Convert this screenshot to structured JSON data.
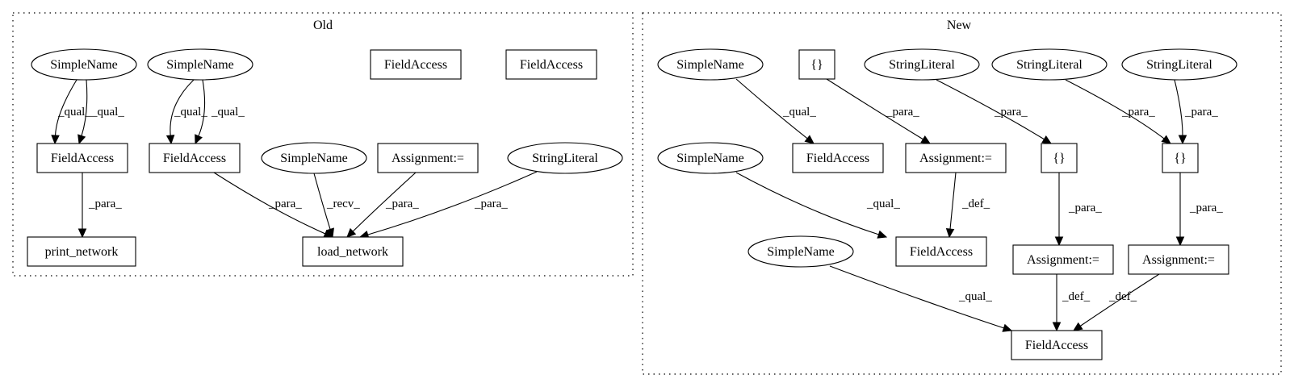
{
  "clusters": [
    {
      "id": "old",
      "label": "Old"
    },
    {
      "id": "new",
      "label": "New"
    }
  ],
  "nodes": [
    {
      "id": "o_sn1",
      "label": "SimpleName",
      "shape": "ellipse"
    },
    {
      "id": "o_sn2",
      "label": "SimpleName",
      "shape": "ellipse"
    },
    {
      "id": "o_fa_top1",
      "label": "FieldAccess",
      "shape": "box"
    },
    {
      "id": "o_fa_top2",
      "label": "FieldAccess",
      "shape": "box"
    },
    {
      "id": "o_fa1",
      "label": "FieldAccess",
      "shape": "box"
    },
    {
      "id": "o_fa2",
      "label": "FieldAccess",
      "shape": "box"
    },
    {
      "id": "o_sn3",
      "label": "SimpleName",
      "shape": "ellipse"
    },
    {
      "id": "o_assign",
      "label": "Assignment:=",
      "shape": "box"
    },
    {
      "id": "o_str",
      "label": "StringLiteral",
      "shape": "ellipse"
    },
    {
      "id": "o_print",
      "label": "print_network",
      "shape": "box"
    },
    {
      "id": "o_load",
      "label": "load_network",
      "shape": "box"
    },
    {
      "id": "n_sn1",
      "label": "SimpleName",
      "shape": "ellipse"
    },
    {
      "id": "n_br1",
      "label": "{}",
      "shape": "box"
    },
    {
      "id": "n_str1",
      "label": "StringLiteral",
      "shape": "ellipse"
    },
    {
      "id": "n_str2",
      "label": "StringLiteral",
      "shape": "ellipse"
    },
    {
      "id": "n_str3",
      "label": "StringLiteral",
      "shape": "ellipse"
    },
    {
      "id": "n_sn2",
      "label": "SimpleName",
      "shape": "ellipse"
    },
    {
      "id": "n_fa1",
      "label": "FieldAccess",
      "shape": "box"
    },
    {
      "id": "n_assign1",
      "label": "Assignment:=",
      "shape": "box"
    },
    {
      "id": "n_br2",
      "label": "{}",
      "shape": "box"
    },
    {
      "id": "n_br3",
      "label": "{}",
      "shape": "box"
    },
    {
      "id": "n_sn3",
      "label": "SimpleName",
      "shape": "ellipse"
    },
    {
      "id": "n_fa2",
      "label": "FieldAccess",
      "shape": "box"
    },
    {
      "id": "n_assign2",
      "label": "Assignment:=",
      "shape": "box"
    },
    {
      "id": "n_assign3",
      "label": "Assignment:=",
      "shape": "box"
    },
    {
      "id": "n_fa3",
      "label": "FieldAccess",
      "shape": "box"
    }
  ],
  "edges": [
    {
      "from": "o_sn1",
      "to": "o_fa1",
      "label": "_qual_"
    },
    {
      "from": "o_sn1",
      "to": "o_fa1",
      "label": "_qual_"
    },
    {
      "from": "o_sn2",
      "to": "o_fa2",
      "label": "_qual_"
    },
    {
      "from": "o_sn2",
      "to": "o_fa2",
      "label": "_qual_"
    },
    {
      "from": "o_fa1",
      "to": "o_print",
      "label": "_para_"
    },
    {
      "from": "o_fa2",
      "to": "o_load",
      "label": "_para_"
    },
    {
      "from": "o_sn3",
      "to": "o_load",
      "label": "_recv_"
    },
    {
      "from": "o_assign",
      "to": "o_load",
      "label": "_para_"
    },
    {
      "from": "o_str",
      "to": "o_load",
      "label": "_para_"
    },
    {
      "from": "n_sn1",
      "to": "n_fa1",
      "label": "_qual_"
    },
    {
      "from": "n_br1",
      "to": "n_assign1",
      "label": "_para_"
    },
    {
      "from": "n_str1",
      "to": "n_br2",
      "label": "_para_"
    },
    {
      "from": "n_str2",
      "to": "n_br3",
      "label": "_para_"
    },
    {
      "from": "n_str3",
      "to": "n_br3",
      "label": "_para_"
    },
    {
      "from": "n_sn2",
      "to": "n_fa2",
      "label": "_qual_"
    },
    {
      "from": "n_assign1",
      "to": "n_fa2",
      "label": "_def_"
    },
    {
      "from": "n_br2",
      "to": "n_assign2",
      "label": "_para_"
    },
    {
      "from": "n_br3",
      "to": "n_assign3",
      "label": "_para_"
    },
    {
      "from": "n_sn3",
      "to": "n_fa3",
      "label": "_qual_"
    },
    {
      "from": "n_assign2",
      "to": "n_fa3",
      "label": "_def_"
    },
    {
      "from": "n_assign3",
      "to": "n_fa3",
      "label": "_def_"
    }
  ]
}
